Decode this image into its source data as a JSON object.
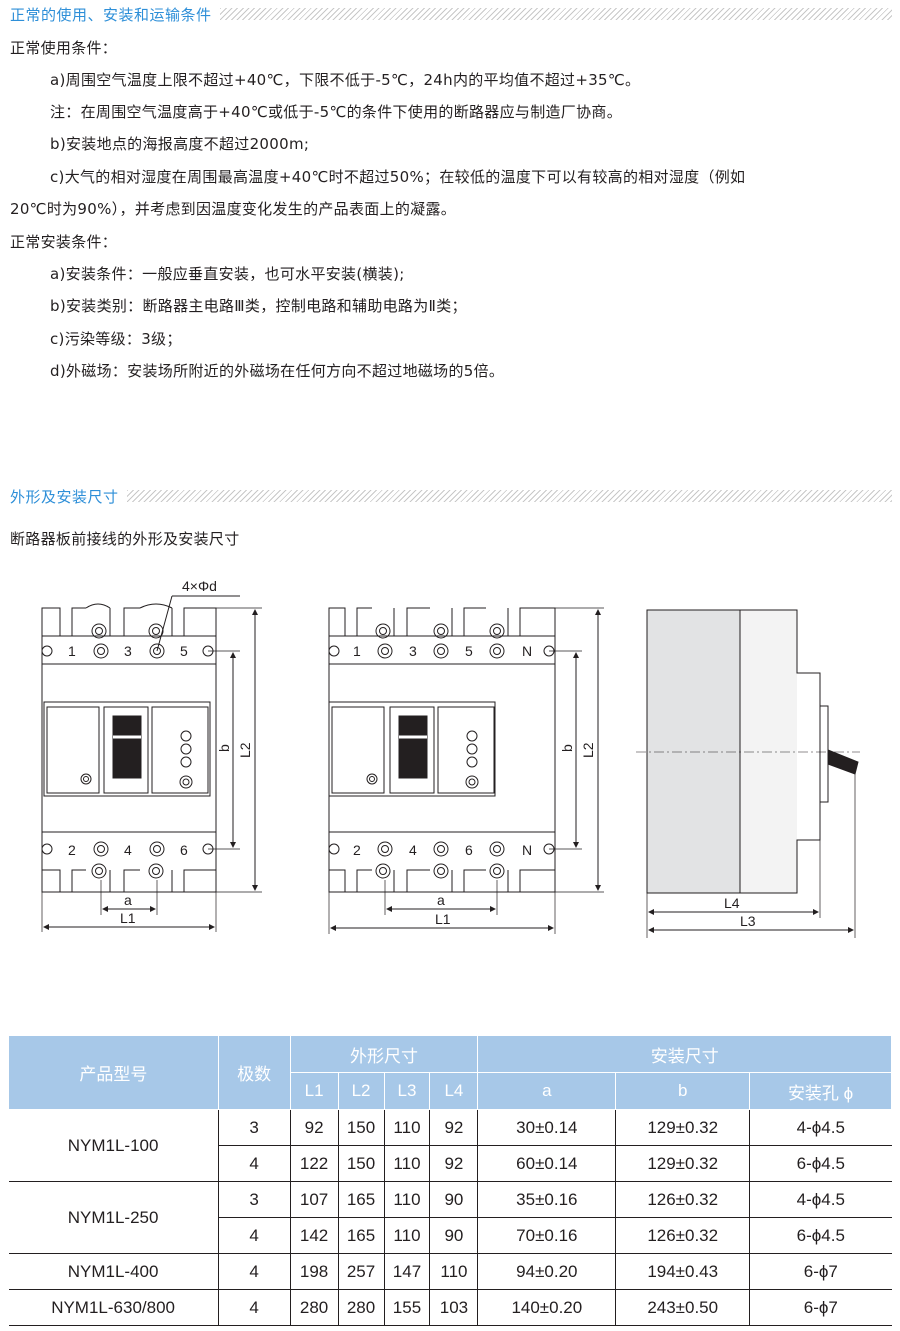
{
  "section1": {
    "title": "正常的使用、安装和运输条件",
    "use_heading": "正常使用条件：",
    "use_a": "a)周围空气温度上限不超过+40℃，下限不低于-5℃，24h内的平均值不超过+35℃。",
    "use_note": "注：在周围空气温度高于+40℃或低于-5℃的条件下使用的断路器应与制造厂协商。",
    "use_b": "b)安装地点的海报高度不超过2000m;",
    "use_c1": "c)大气的相对湿度在周围最高温度+40℃时不超过50%；在较低的温度下可以有较高的相对湿度（例如",
    "use_c2": "20℃时为90%），并考虑到因温度变化发生的产品表面上的凝露。",
    "install_heading": "正常安装条件：",
    "install_a": "a)安装条件：一般应垂直安装，也可水平安装(横装);",
    "install_b": "b)安装类别：断路器主电路Ⅲ类，控制电路和辅助电路为Ⅱ类；",
    "install_c": "c)污染等级：3级；",
    "install_d": "d)外磁场：安装场所附近的外磁场在任何方向不超过地磁场的5倍。"
  },
  "section2": {
    "title": "外形及安装尺寸",
    "subtitle": "断路器板前接线的外形及安装尺寸"
  },
  "diagram": {
    "hole_label": "4×Φd",
    "left_top_terms": [
      "1",
      "3",
      "5"
    ],
    "left_bottom_terms": [
      "2",
      "4",
      "6"
    ],
    "mid_top_terms": [
      "1",
      "3",
      "5",
      "N"
    ],
    "mid_bottom_terms": [
      "2",
      "4",
      "6",
      "N"
    ],
    "dim_a": "a",
    "dim_b": "b",
    "dim_L1": "L1",
    "dim_L2": "L2",
    "dim_L3": "L3",
    "dim_L4": "L4"
  },
  "table": {
    "headers": {
      "model": "产品型号",
      "poles": "极数",
      "outline": "外形尺寸",
      "mount": "安装尺寸",
      "L1": "L1",
      "L2": "L2",
      "L3": "L3",
      "L4": "L4",
      "a": "a",
      "b": "b",
      "hole": "安装孔 ϕ"
    },
    "rows": [
      {
        "model": "NYM1L-100",
        "poles": "3",
        "L1": "92",
        "L2": "150",
        "L3": "110",
        "L4": "92",
        "a": "30±0.14",
        "b": "129±0.32",
        "hole": "4-ϕ4.5"
      },
      {
        "poles": "4",
        "L1": "122",
        "L2": "150",
        "L3": "110",
        "L4": "92",
        "a": "60±0.14",
        "b": "129±0.32",
        "hole": "6-ϕ4.5"
      },
      {
        "model": "NYM1L-250",
        "poles": "3",
        "L1": "107",
        "L2": "165",
        "L3": "110",
        "L4": "90",
        "a": "35±0.16",
        "b": "126±0.32",
        "hole": "4-ϕ4.5"
      },
      {
        "poles": "4",
        "L1": "142",
        "L2": "165",
        "L3": "110",
        "L4": "90",
        "a": "70±0.16",
        "b": "126±0.32",
        "hole": "6-ϕ4.5"
      },
      {
        "model": "NYM1L-400",
        "poles": "4",
        "L1": "198",
        "L2": "257",
        "L3": "147",
        "L4": "110",
        "a": "94±0.20",
        "b": "194±0.43",
        "hole": "6-ϕ7"
      },
      {
        "model": "NYM1L-630/800",
        "poles": "4",
        "L1": "280",
        "L2": "280",
        "L3": "155",
        "L4": "103",
        "a": "140±0.20",
        "b": "243±0.50",
        "hole": "6-ϕ7"
      }
    ]
  },
  "colors": {
    "accent": "#2e8fd8",
    "table_header": "#a7c8e8"
  }
}
